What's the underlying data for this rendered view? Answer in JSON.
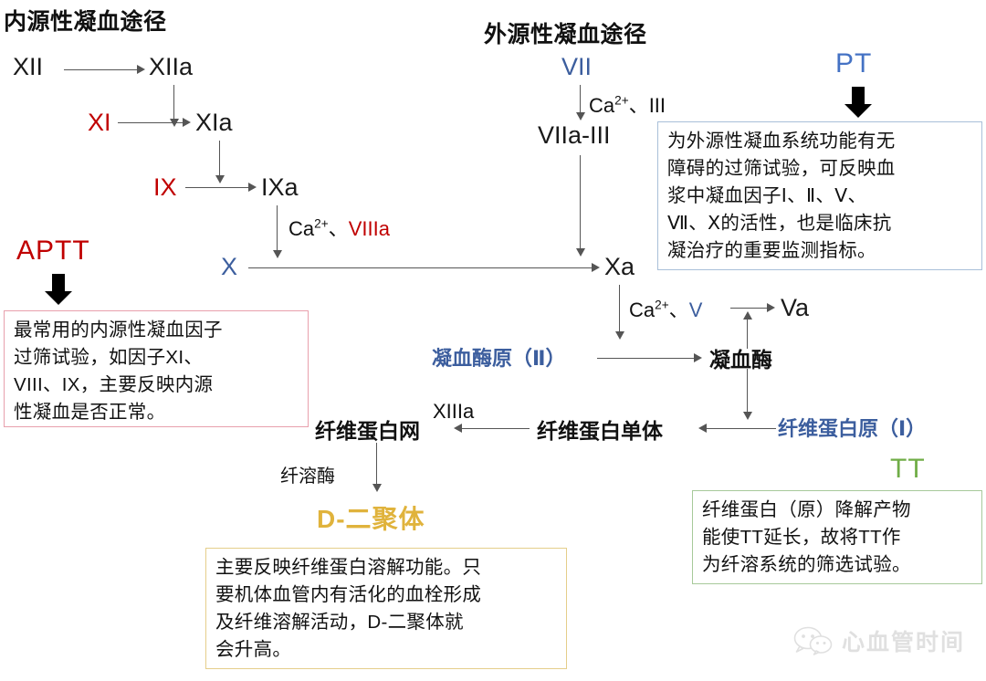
{
  "headings": {
    "intrinsic": "内源性凝血途径",
    "extrinsic": "外源性凝血途径"
  },
  "colors": {
    "red": "#C00000",
    "blue": "#4472C4",
    "factor_blue": "#3C5E9E",
    "green": "#70AD47",
    "gold": "#E0B33C",
    "arrow": "#555555",
    "box_aptt_border": "#E8A0AC",
    "box_pt_border": "#A9BFD9",
    "box_tt_border": "#A7C99A",
    "box_dimer_border": "#E5CE8A"
  },
  "intrinsic_pathway": {
    "xii": "XII",
    "xiia": "XIIa",
    "xi": "XI",
    "xia": "XIa",
    "ix": "IX",
    "ixa": "IXa",
    "cofactor_viii": {
      "ca": "Ca",
      "charge": "2+",
      "sep": "、",
      "factor": "VIIIa"
    },
    "x": "X"
  },
  "extrinsic_pathway": {
    "vii": "VII",
    "cofactor_iii": {
      "ca": "Ca",
      "charge": "2+",
      "sep": "、",
      "factor": "III"
    },
    "viia_iii": "VIIa-III"
  },
  "common_pathway": {
    "xa": "Xa",
    "cofactor_v": {
      "ca": "Ca",
      "charge": "2+",
      "sep": "、",
      "factor": "V"
    },
    "va": "Va",
    "prothrombin": "凝血酶原（Ⅱ）",
    "thrombin": "凝血酶",
    "fibrinogen": "纤维蛋白原（Ⅰ）",
    "fibrin_monomer": "纤维蛋白单体",
    "fibrin_net": "纤维蛋白网",
    "xiiia": "XIIIa",
    "plasmin": "纤溶酶",
    "d_dimer": "D-二聚体"
  },
  "tests": {
    "aptt": {
      "label": "APTT",
      "note_lines": [
        "最常用的内源性凝血因子",
        "过筛试验，如因子XI、",
        "VIII、IX，主要反映内源",
        "性凝血是否正常。"
      ]
    },
    "pt": {
      "label": "PT",
      "note_lines": [
        "为外源性凝血系统功能有无",
        "障碍的过筛试验，可反映血",
        "浆中凝血因子Ⅰ、Ⅱ、Ⅴ、",
        "Ⅶ、Ⅹ的活性，也是临床抗",
        "凝治疗的重要监测指标。"
      ]
    },
    "tt": {
      "label": "TT",
      "note_lines": [
        "纤维蛋白（原）降解产物",
        "能使TT延长，故将TT作",
        "为纤溶系统的筛选试验。"
      ]
    },
    "d_dimer": {
      "note_lines": [
        "主要反映纤维蛋白溶解功能。只",
        "要机体血管内有活化的血栓形成",
        "及纤维溶解活动，D-二聚体就",
        "会升高。"
      ]
    }
  },
  "watermark": {
    "text": "心血管时间",
    "icon": "wechat-icon"
  }
}
